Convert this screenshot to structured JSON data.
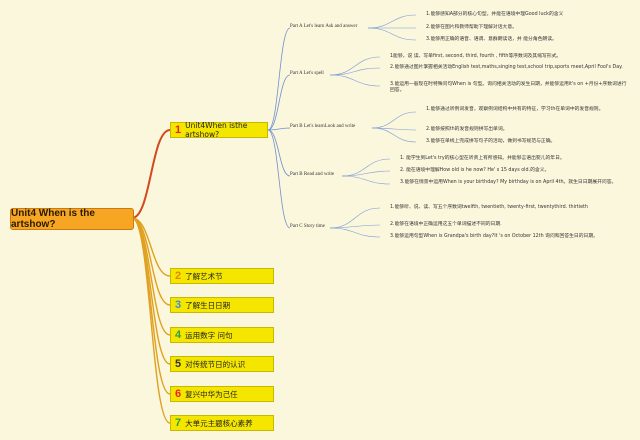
{
  "root": {
    "title": "Unit4 When is the artshow?"
  },
  "branches": [
    {
      "num": "1",
      "label": "Unit4When isthe artshow?",
      "num_color": "#e22222"
    },
    {
      "num": "2",
      "label": "了解艺术节",
      "num_color": "#e08a00"
    },
    {
      "num": "3",
      "label": "了解生日日期",
      "num_color": "#3a8fd8"
    },
    {
      "num": "4",
      "label": "运用数字 问句",
      "num_color": "#2f9e44"
    },
    {
      "num": "5",
      "label": "对传统节日的认识",
      "num_color": "#333333"
    },
    {
      "num": "6",
      "label": "复兴中华为己任",
      "num_color": "#e22222"
    },
    {
      "num": "7",
      "label": "大单元主题核心素养",
      "num_color": "#2f9e44"
    }
  ],
  "parts": [
    {
      "label": "Part A Let's learn Ask and answer",
      "leaves": [
        "1.能够感知A部分的核心句型，并能在语境中理Good luck的含义",
        "2.能够在图片和教师帮助下理解对话大意。",
        "3.能够用正确的语音、语调、意群朗读话，并  能分角色朗读。"
      ]
    },
    {
      "label": "Part A Let's spell",
      "leaves": [
        "1能够，说  读、写单first, second, third, fourth , fifth等序数词及其缩写形式。",
        "2.能够通过图片掌握相关活动English test,maths,singing test,school trip,sports meet,April Fool's Day.",
        "3.能运用一般现在时特殊问句When is 句型。询问相关活动的发生日期，并能够运用it's on +月份+序数词进行回答。"
      ]
    },
    {
      "label": "Part B Let's learnLook and write",
      "leaves": [
        "1.能够通过听例词发音，观察例词结构中共有的特征，学习th在单词中的发音规则。",
        "2.能够按照th的发音规则拼写出单词。",
        "3.能够在单线上完成拼写句子的活动，做到书写规范与正确。"
      ]
    },
    {
      "label": "Part B Read and write",
      "leaves": [
        "1. 能学生到Let's try的核心型在听贤上有所感知。并能够言语出婴儿的年日。",
        "2. 能在语境中理解How old is he now? He' s 15 days old.的含义。",
        "3.能够在情景中运用When is your birthday? My birthday is on April 4th。就生日日期展开问答。"
      ]
    },
    {
      "label": "Part C Story time",
      "leaves": [
        "1.能够听、说、读、写五个序数词twelfth, twentieth, twenty-first, twentythird. thirtieth",
        "2.能够在语境中正确运用这五个单词描述不同的日期.",
        "3.能够运用句型When is Grandpa's birth day?It 's on October 12th 询问和回答生日的日期。"
      ]
    }
  ]
}
